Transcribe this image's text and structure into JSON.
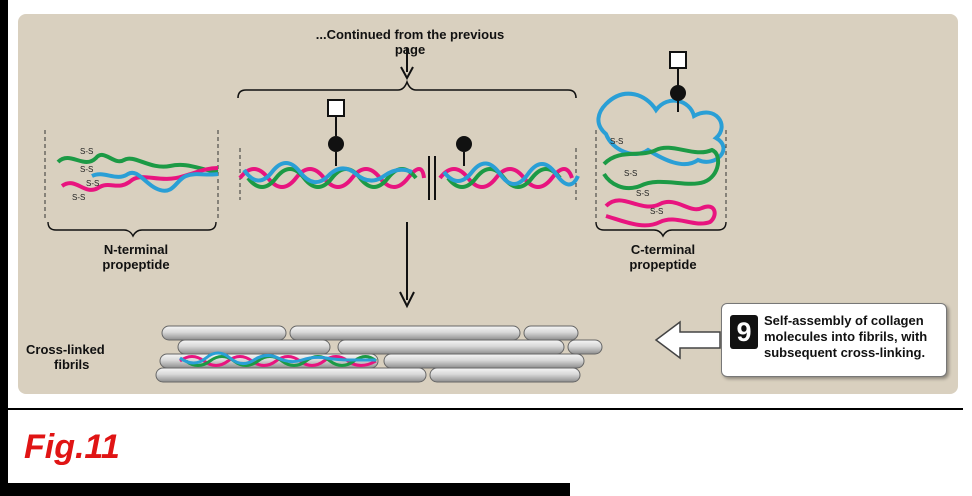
{
  "header_note": "...Continued from the previous page",
  "labels": {
    "n_terminal": [
      "N-terminal",
      "propeptide"
    ],
    "c_terminal": [
      "C-terminal",
      "propeptide"
    ],
    "fibrils": [
      "Cross-linked",
      "fibrils"
    ]
  },
  "disulfide_label": "S-S",
  "step": {
    "number": "9",
    "lines": [
      "Self-assembly of collagen",
      "molecules into fibrils, with",
      "subsequent cross-linking."
    ]
  },
  "figure_label": "Fig.11",
  "colors": {
    "panel": "#d9d0bf",
    "strand_pink": "#e8147f",
    "strand_green": "#1c9a45",
    "strand_blue": "#2a9fd6",
    "figure_label": "#e01414"
  }
}
